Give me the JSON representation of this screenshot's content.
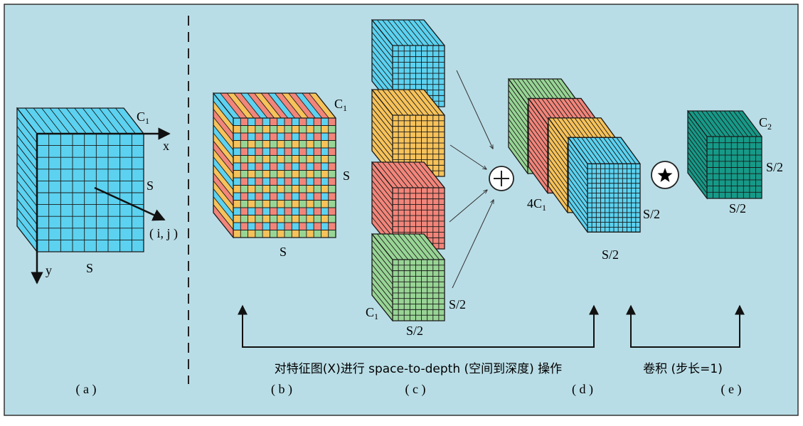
{
  "colors": {
    "panel_bg": "#b9dde6",
    "panel_border": "#333333",
    "cyan": "#5cd2f0",
    "orange": "#f6c25a",
    "red": "#f2857a",
    "green": "#98d595",
    "teal": "#169a88",
    "grid": "#1a1a1a"
  },
  "icons": {
    "concat": "circle-plus-icon",
    "conv": "black-star-icon"
  },
  "panel_a": {
    "channel": "C",
    "channel_sub": "1",
    "x_axis": "x",
    "y_axis": "y",
    "size_right": "S",
    "size_bottom": "S",
    "pixel": "( i, j )"
  },
  "panel_b": {
    "channel": "C",
    "channel_sub": "1",
    "size_right": "S",
    "size_bottom": "S"
  },
  "panel_c": {
    "channel": "C",
    "channel_sub": "1",
    "size_right": "S/2",
    "size_bottom": "S/2"
  },
  "panel_d": {
    "channel_prefix": "4C",
    "channel_sub": "1",
    "size_right": "S/2",
    "size_bottom": "S/2"
  },
  "panel_e": {
    "channel": "C",
    "channel_sub": "2",
    "size_right": "S/2",
    "size_bottom": "S/2"
  },
  "captions": {
    "space_to_depth": "对特征图(X)进行 space-to-depth (空间到深度) 操作",
    "conv": "卷积 (步长=1)"
  },
  "panel_labels": [
    "( a )",
    "( b )",
    "( c )",
    "( d )",
    "( e )"
  ]
}
